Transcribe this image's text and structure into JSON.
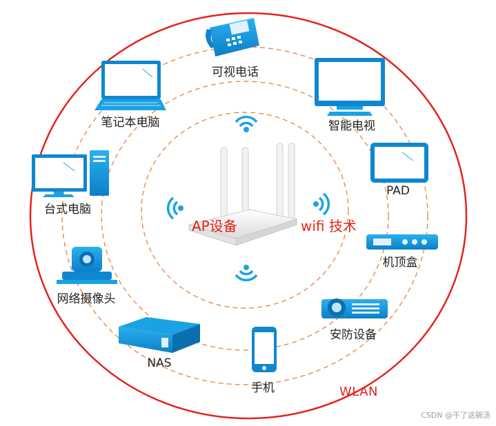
{
  "diagram": {
    "ap_label": "AP设备",
    "tech_label": "wifi 技术",
    "wlan_label": "WLAN",
    "watermark": "CSDN @干了这碗汤",
    "devices": {
      "videophone": "可视电话",
      "laptop": "笔记本电脑",
      "smart_tv": "智能电视",
      "desktop": "台式电脑",
      "pad": "PAD",
      "camera": "网络摄像头",
      "settop": "机顶盒",
      "nas": "NAS",
      "security": "安防设备",
      "phone": "手机"
    },
    "colors": {
      "accent_blue": "#1aa1e6",
      "wlan_red": "#e3231c",
      "ring_orange": "#e8894a"
    },
    "icons": [
      "wifi-signal-icon",
      "wireless-router-icon",
      "videophone-icon",
      "laptop-icon",
      "tv-icon",
      "desktop-icon",
      "tablet-icon",
      "camera-icon",
      "set-top-box-icon",
      "nas-icon",
      "projector-icon",
      "smartphone-icon"
    ]
  }
}
